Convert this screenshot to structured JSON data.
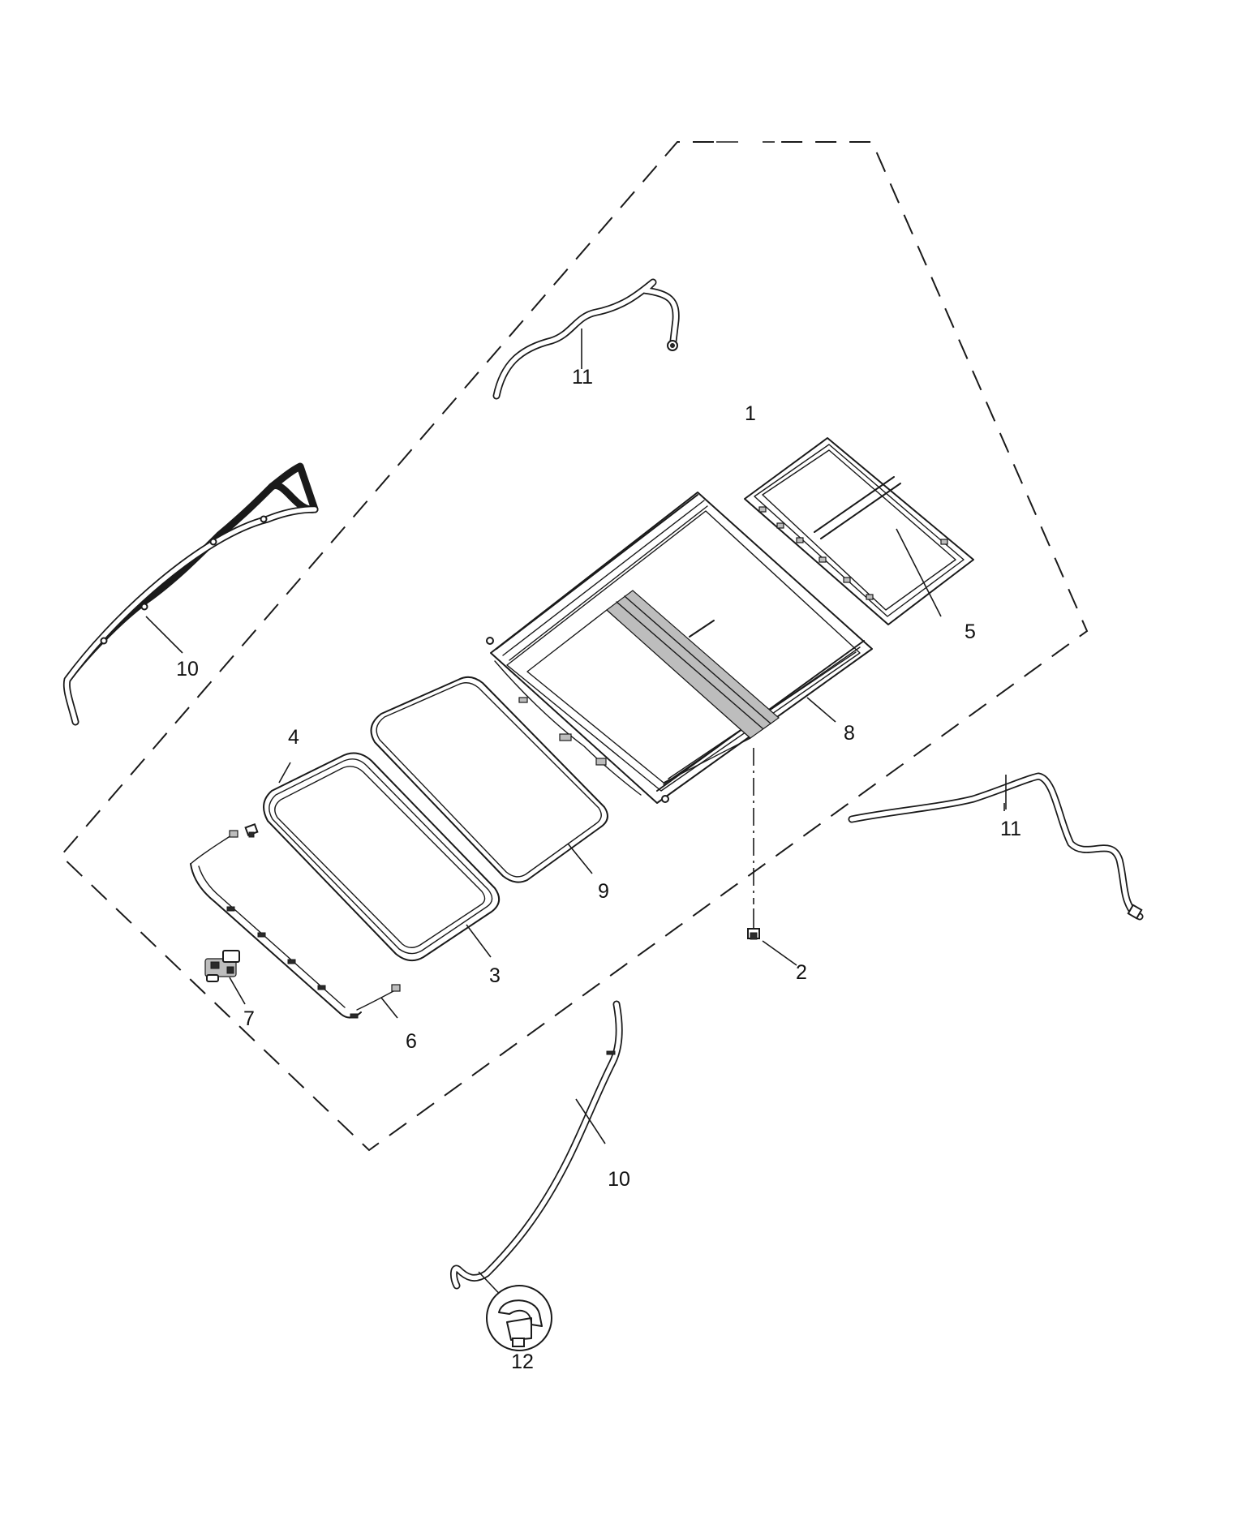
{
  "diagram": {
    "callouts": {
      "c1": "1",
      "c2": "2",
      "c3": "3",
      "c4": "4",
      "c5": "5",
      "c6": "6",
      "c7": "7",
      "c8": "8",
      "c9": "9",
      "c10a": "10",
      "c10b": "10",
      "c11a": "11",
      "c11b": "11",
      "c12": "12"
    }
  }
}
